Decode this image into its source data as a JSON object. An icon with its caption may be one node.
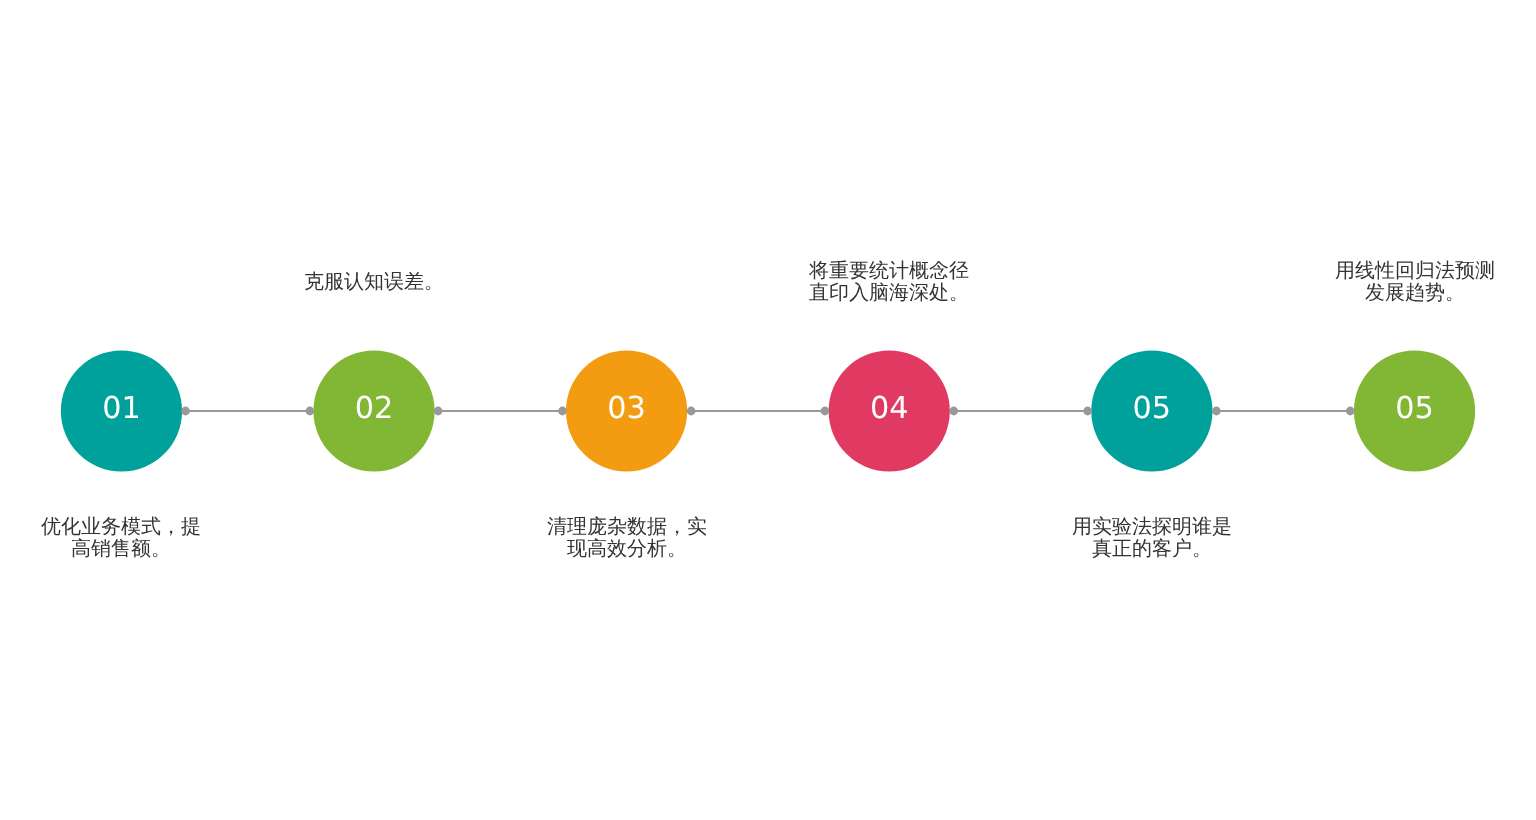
{
  "diagram": {
    "nodes": [
      {
        "text": [
          "01"
        ],
        "beside": [
          "优化业务模式，提高销售额。"
        ]
      },
      {
        "text": [
          "02"
        ],
        "beside": [
          "克服认知误差。"
        ]
      },
      {
        "text": [
          "03"
        ],
        "beside": [
          "清理庞杂数据，实现高效分析。"
        ]
      },
      {
        "text": [
          "04"
        ],
        "beside": [
          "将重要统计概念径直印入脑海深处。"
        ]
      },
      {
        "text": [
          "05"
        ],
        "beside": [
          "用实验法探明谁是真正的客户。"
        ]
      },
      {
        "text": [
          "05"
        ],
        "beside": [
          "用线性回归法预测发展趋势。"
        ]
      }
    ],
    "edges": [
      {
        "from": 0,
        "to": 1,
        "arrow": "other"
      },
      {
        "from": 1,
        "to": 2,
        "arrow": "other"
      },
      {
        "from": 2,
        "to": 3,
        "arrow": "other"
      },
      {
        "from": 3,
        "to": 4,
        "arrow": "other"
      },
      {
        "from": 4,
        "to": 5,
        "arrow": "other"
      }
    ]
  }
}
